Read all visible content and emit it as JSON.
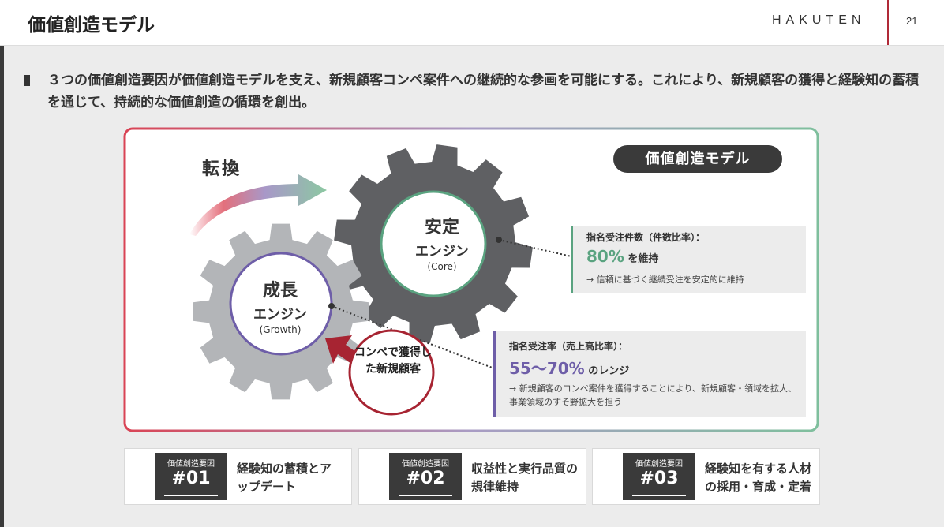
{
  "header": {
    "title": "価値創造モデル",
    "logo": "HAKUTEN",
    "page_number": "21"
  },
  "lead": "３つの価値創造要因が価値創造モデルを支え、新規顧客コンペ案件への継続的な参画を可能にする。これにより、新規顧客の獲得と経験知の蓄積を通じて、持続的な価値創造の循環を創出。",
  "diagram": {
    "pill": "価値創造モデル",
    "tenkan": "転換",
    "stable_gear": {
      "title": "安定",
      "sub": "エンジン",
      "en": "(Core)"
    },
    "growth_gear": {
      "title": "成長",
      "sub": "エンジン",
      "en": "(Growth)"
    },
    "competition": "コンペで獲得した新規顧客",
    "box_core": {
      "title": "指名受注件数（件数比率）：",
      "value": "80%",
      "suffix": "を維持",
      "desc": "→ 信頼に基づく継続受注を安定的に維持"
    },
    "box_growth": {
      "title": "指名受注率（売上高比率）：",
      "value": "55〜70%",
      "suffix": "のレンジ",
      "desc": "→ 新規顧客のコンペ案件を獲得することにより、新規顧客・領域を拡大、事業領域のすそ野拡大を担う"
    }
  },
  "factors": [
    {
      "caption": "価値創造要因",
      "number": "#01",
      "text": "経験知の蓄積とアップデート"
    },
    {
      "caption": "価値創造要因",
      "number": "#02",
      "text": "収益性と実行品質の規律維持"
    },
    {
      "caption": "価値創造要因",
      "number": "#03",
      "text": "経験知を有する人材の採用・育成・定着"
    }
  ],
  "colors": {
    "core_green": "#5aa380",
    "growth_purple": "#6e5ea8",
    "accent_red": "#b02a38",
    "dark": "#3a3a3a"
  }
}
